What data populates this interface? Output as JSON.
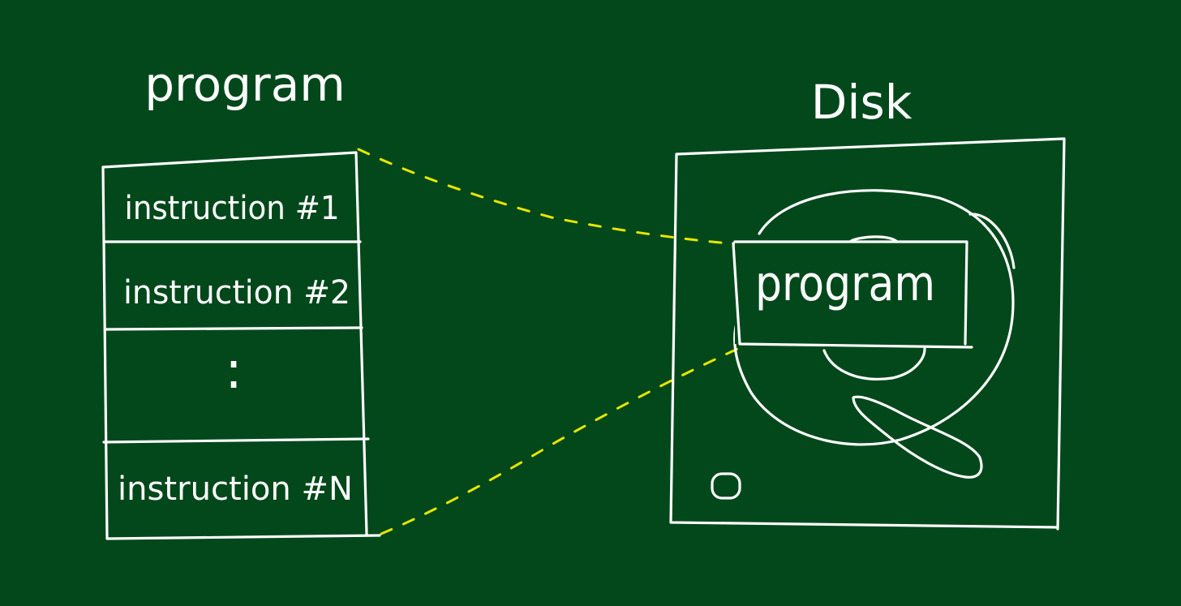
{
  "colors": {
    "board": "#03481b",
    "chalk": "#ffffff",
    "connector": "#e6e600"
  },
  "program_stack": {
    "title": "program",
    "rows": [
      {
        "label": "instruction #1"
      },
      {
        "label": "instruction #2"
      },
      {
        "label": ":"
      },
      {
        "label": "instruction #N"
      }
    ]
  },
  "disk": {
    "title": "Disk",
    "program_label": "program",
    "icons": [
      "hard-drive-platter-icon",
      "read-arm-icon",
      "led-icon"
    ]
  }
}
